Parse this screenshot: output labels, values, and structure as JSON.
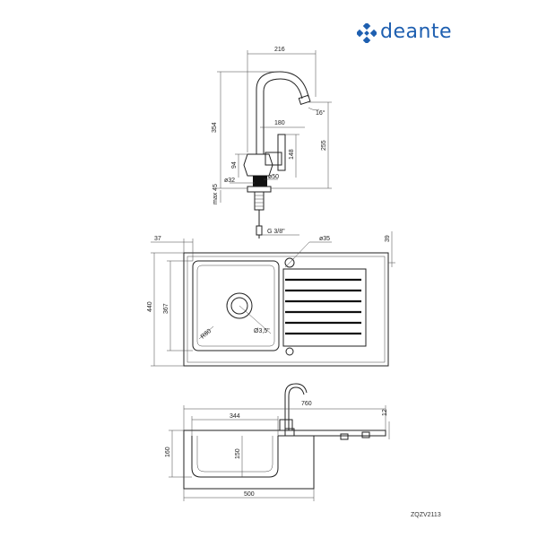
{
  "brand": {
    "name": "deante",
    "color": "#1e5fb0"
  },
  "product_code": "ZQZV2113",
  "dimensions": {
    "tap_width": "216",
    "tap_height": "354",
    "tap_reach": "180",
    "tap_spout_height": "255",
    "tap_handle_height": "148",
    "tap_base_height": "94",
    "tap_angle": "16°",
    "tap_base_diameter": "ø50",
    "hole_diameter": "ø32",
    "max_thickness": "max 45",
    "connector": "G 3/8\"",
    "sink_bowl_offset": "37",
    "sink_hole_diameter": "ø35",
    "sink_hole_offset": "39",
    "sink_depth_total": "440",
    "sink_depth_bowl": "367",
    "drain_diameter": "Ø3,5\"",
    "bowl_radius": "R80",
    "sink_length": "760",
    "rim_height": "12",
    "bowl_width": "344",
    "bowl_depth": "150",
    "sink_height": "160",
    "cabinet_width": "500"
  }
}
